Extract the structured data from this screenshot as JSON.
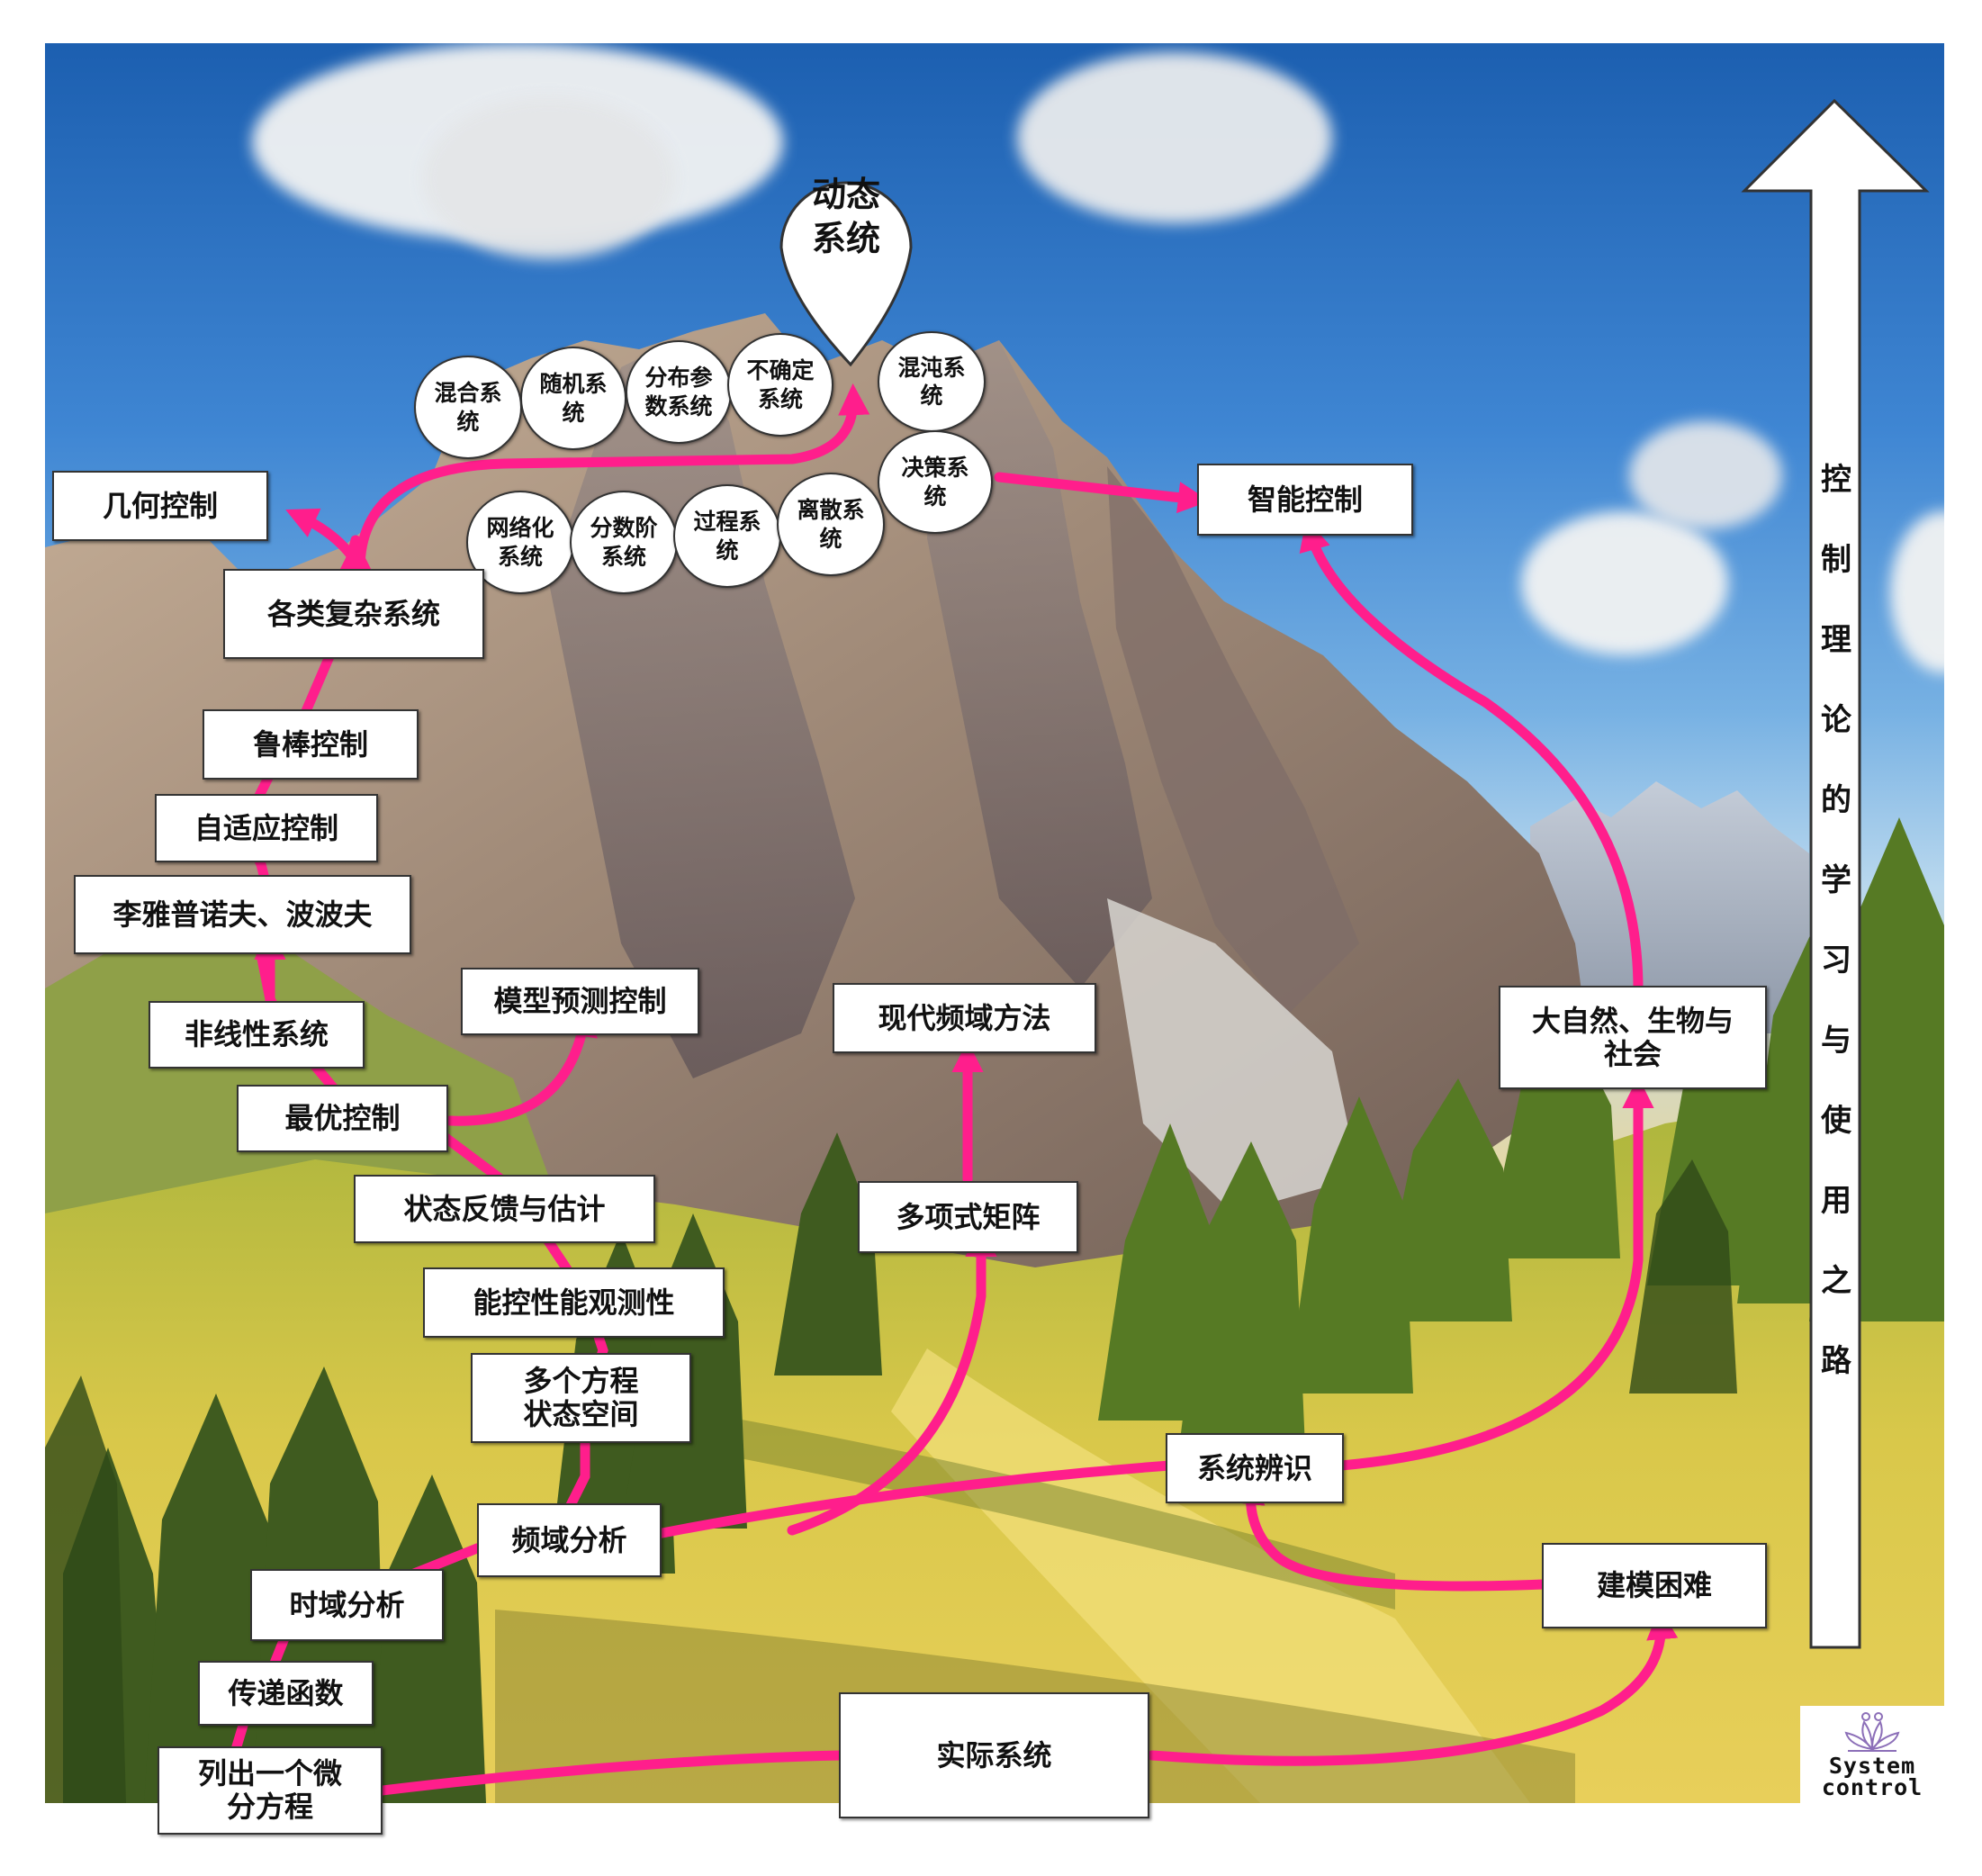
{
  "title_pin": "动态\n系统",
  "side_arrow": {
    "chars": [
      "控",
      "制",
      "理",
      "论",
      "的",
      "学",
      "习",
      "与",
      "使",
      "用",
      "之",
      "路"
    ],
    "color": "#ffffff"
  },
  "logo": {
    "text": "System\ncontrol",
    "icon": "lotus-icon"
  },
  "flow_color": "#ff1e8c",
  "nodes": {
    "ode": "列出一个微\n分方程",
    "real_system": "实际系统",
    "transfer_function": "传递函数",
    "time_domain": "时域分析",
    "freq_domain": "频域分析",
    "multi_eq": "多个方程\n状态空间",
    "controllability": "能控性能观测性",
    "state_feedback": "状态反馈与估计",
    "optimal_control": "最优控制",
    "model_predictive": "模型预测控制",
    "nonlinear": "非线性系统",
    "lyapunov": "李雅普诺夫、波波夫",
    "adaptive": "自适应控制",
    "robust": "鲁棒控制",
    "complex_systems": "各类复杂系统",
    "geometric": "几何控制",
    "modeling_difficulty": "建模困难",
    "system_identification": "系统辨识",
    "nature": "大自然、生物与\n社会",
    "intelligent_control": "智能控制",
    "polynomial_matrix": "多项式矩阵",
    "modern_freq": "现代频域方法"
  },
  "bubbles": {
    "hybrid": "混合系\n统",
    "random": "随机系\n统",
    "distributed": "分布参\n数系统",
    "uncertain": "不确定\n系统",
    "chaos": "混沌系\n统",
    "decision": "决策系\n统",
    "network": "网络化\n系统",
    "fractional": "分数阶\n系统",
    "process": "过程系\n统",
    "discrete": "离散系\n统"
  }
}
